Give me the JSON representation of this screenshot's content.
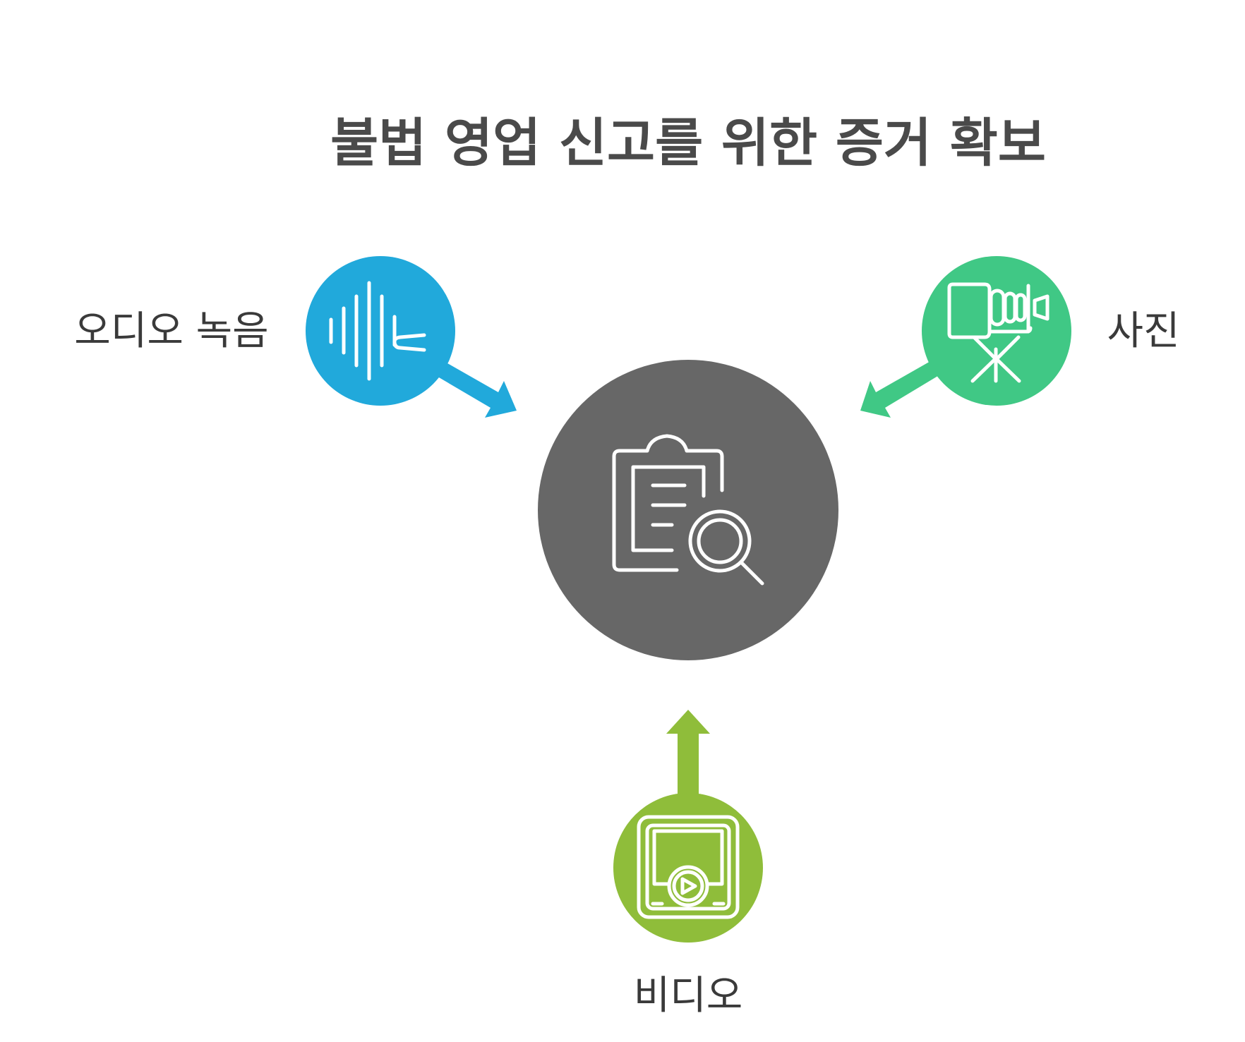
{
  "title": "불법 영업 신고를 위한 증거 확보",
  "center": {
    "icon": "clipboard-search-icon",
    "color": "#676767"
  },
  "nodes": [
    {
      "id": "audio",
      "label": "오디오 녹음",
      "icon": "sound-wave-icon",
      "color": "#21a9db"
    },
    {
      "id": "photo",
      "label": "사진",
      "icon": "camera-tripod-icon",
      "color": "#40c885"
    },
    {
      "id": "video",
      "label": "비디오",
      "icon": "video-player-icon",
      "color": "#8fbd3a"
    }
  ]
}
